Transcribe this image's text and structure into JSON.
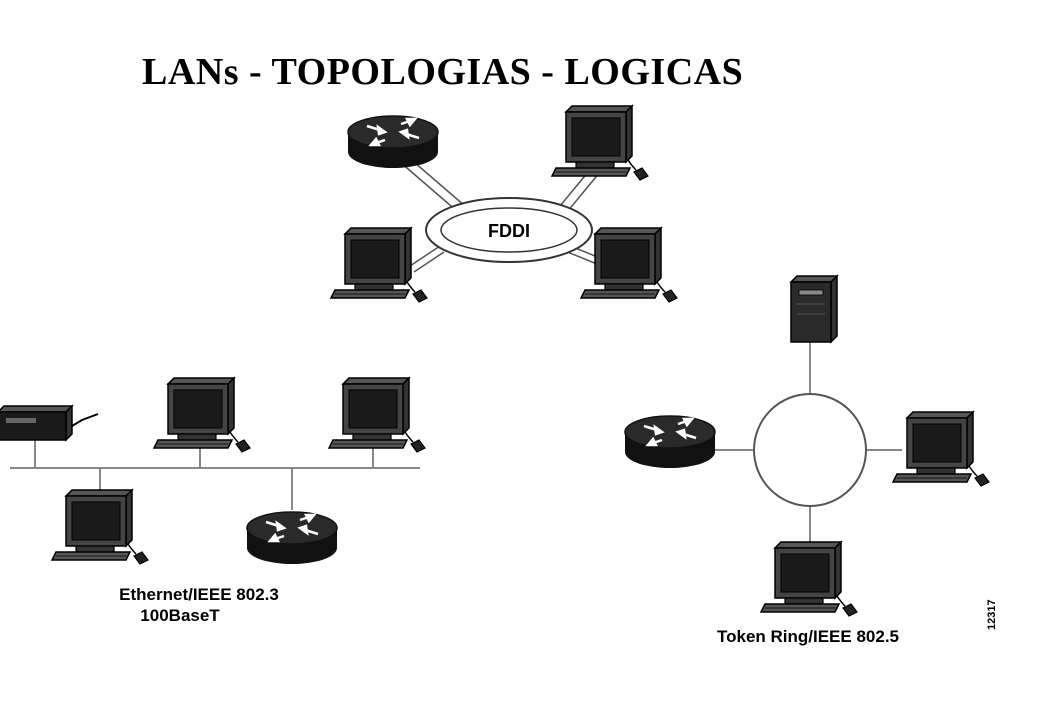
{
  "title": "LANs - TOPOLOGIAS - LOGICAS",
  "fddi": {
    "ring_label": "FDDI"
  },
  "ethernet": {
    "caption_line1": "Ethernet/IEEE 802.3",
    "caption_line2": "100BaseT"
  },
  "token_ring": {
    "caption": "Token Ring/IEEE 802.5"
  },
  "figure_id": "12317",
  "icons": [
    "router-icon",
    "computer-icon",
    "server-icon",
    "printer-icon"
  ],
  "colors": {
    "ink": "#000000",
    "device_fill": "#1a1a1a",
    "screen": "#2b2b2b",
    "line": "#555555",
    "background": "#ffffff"
  }
}
